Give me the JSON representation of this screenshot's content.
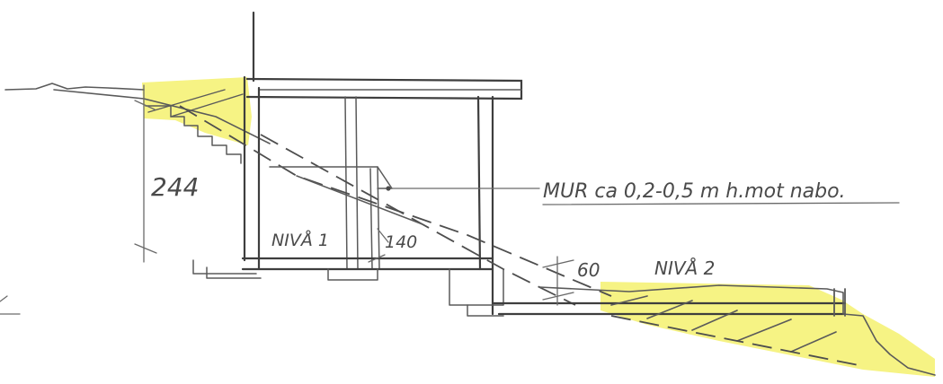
{
  "labels": {
    "height_dim": "244",
    "wall_note": "MUR ca 0,2-0,5 m h.mot nabo.",
    "level1": "NIVÅ 1",
    "dim_140": "140",
    "dim_60": "60",
    "level2": "NIVÅ 2"
  },
  "colors": {
    "ink": "#4a4a4a",
    "highlight": "#f2ee55",
    "paper": "#ffffff"
  }
}
